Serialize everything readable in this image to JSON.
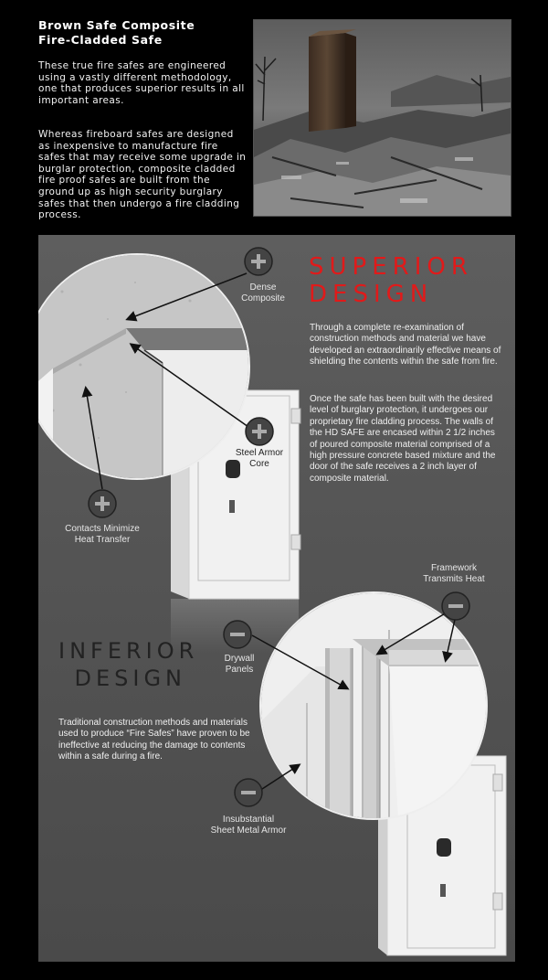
{
  "header": {
    "title_line1": "Brown Safe Composite",
    "title_line2": "Fire-Cladded Safe",
    "para1": "These true fire safes are engineered using a vastly different methodology, one that produces superior results in all important areas.",
    "para2": "Whereas fireboard safes are designed as inexpensive to manufacture fire safes that may receive some upgrade in burglar protection, composite cladded fire proof safes are built from the ground up as high security burglary safes that then undergo a fire cladding process."
  },
  "superior": {
    "heading_line1": "SUPERIOR",
    "heading_line2": "DESIGN",
    "para1": "Through a complete re-examination of construction methods and material we have developed an extraordinarily effective means of shielding the contents within the safe from fire.",
    "para2": "Once the safe has been built with the desired level of burglary protection, it undergoes our proprietary fire cladding process. The walls of the HD SAFE are encased within 2 1/2 inches of poured composite material comprised of a high pressure concrete based mixture and the door of the safe receives a 2 inch layer of composite material.",
    "callouts": {
      "dense_line1": "Dense",
      "dense_line2": "Composite",
      "steel_line1": "Steel Armor",
      "steel_line2": "Core",
      "contacts_line1": "Contacts Minimize",
      "contacts_line2": "Heat Transfer"
    }
  },
  "inferior": {
    "heading_line1": "INFERIOR",
    "heading_line2": "DESIGN",
    "para": "Traditional construction methods and materials used to produce “Fire Safes” have proven to be ineffective at reducing the damage to contents within a safe during a fire.",
    "callouts": {
      "framework_line1": "Framework",
      "framework_line2": "Transmits Heat",
      "drywall_line1": "Drywall",
      "drywall_line2": "Panels",
      "sheet_line1": "Insubstantial",
      "sheet_line2": "Sheet Metal Armor"
    }
  },
  "colors": {
    "accent_red": "#e11a1a",
    "panel_grey": "#585858"
  },
  "icons": {
    "plus": "plus-circle-icon",
    "minus": "minus-circle-icon"
  }
}
